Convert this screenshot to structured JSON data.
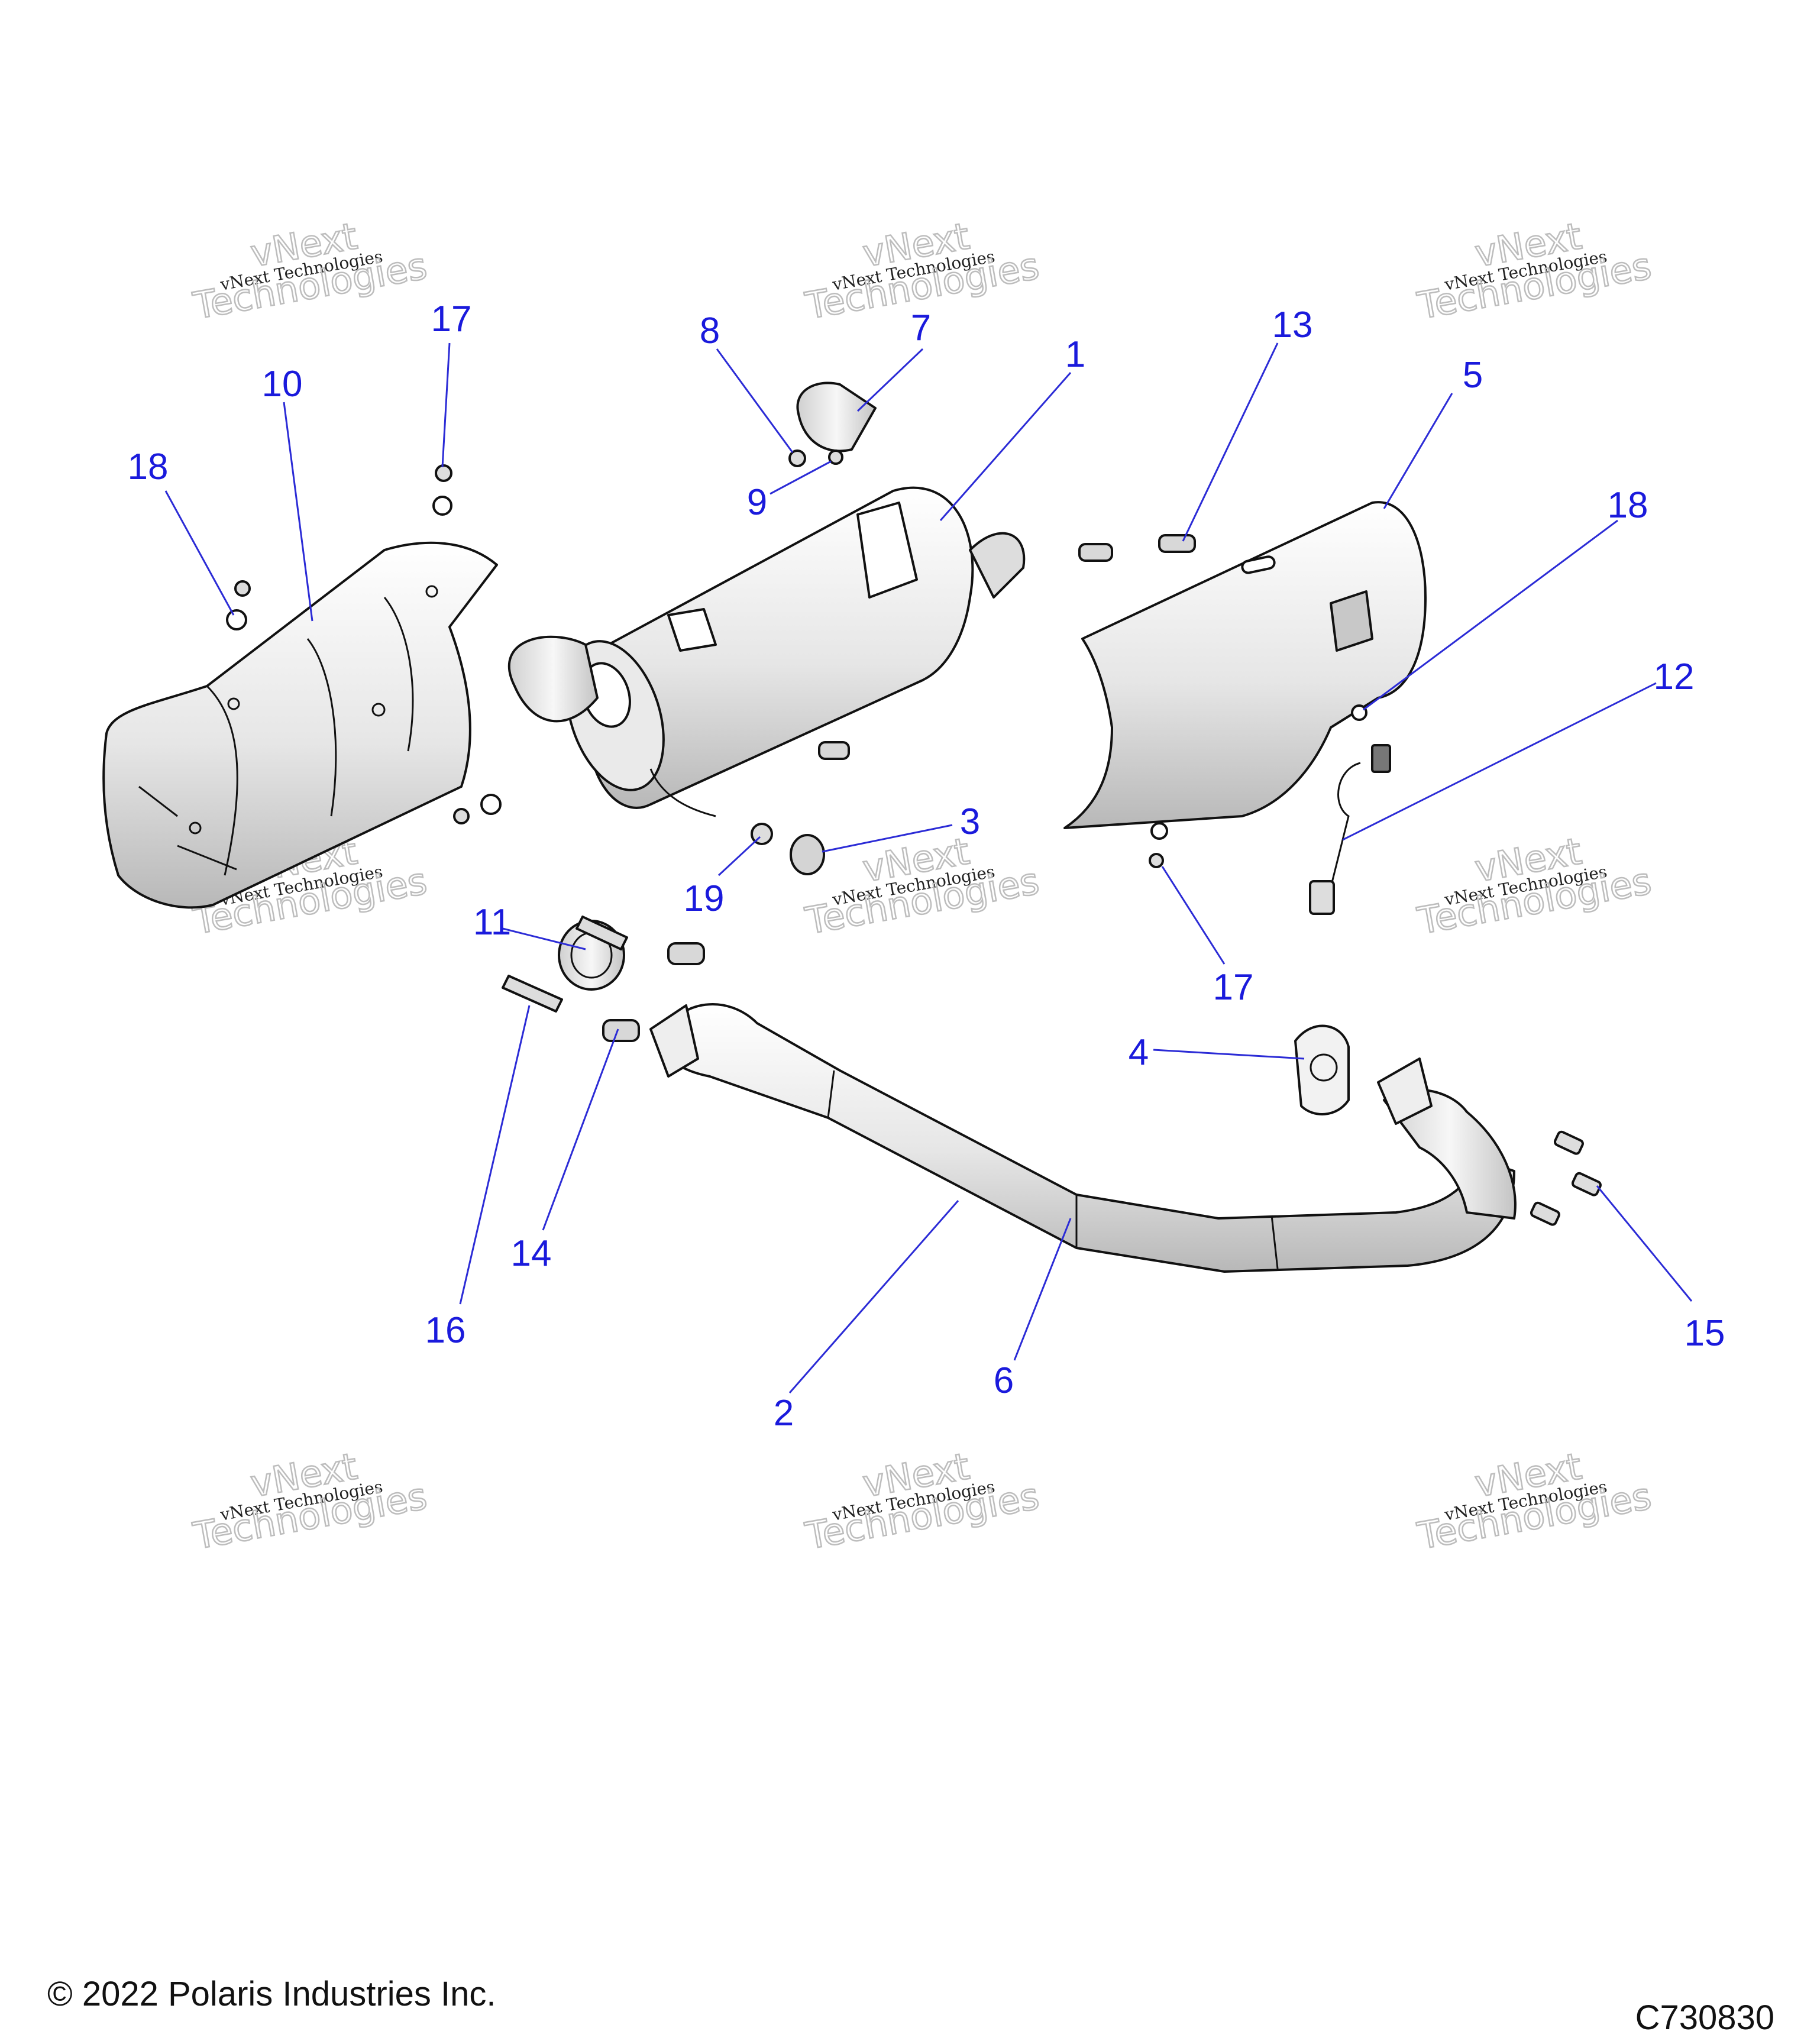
{
  "callouts": [
    {
      "id": "c1",
      "label": "1"
    },
    {
      "id": "c2",
      "label": "2"
    },
    {
      "id": "c3",
      "label": "3"
    },
    {
      "id": "c4",
      "label": "4"
    },
    {
      "id": "c5",
      "label": "5"
    },
    {
      "id": "c6",
      "label": "6"
    },
    {
      "id": "c7",
      "label": "7"
    },
    {
      "id": "c8",
      "label": "8"
    },
    {
      "id": "c9",
      "label": "9"
    },
    {
      "id": "c10",
      "label": "10"
    },
    {
      "id": "c11",
      "label": "11"
    },
    {
      "id": "c12",
      "label": "12"
    },
    {
      "id": "c13",
      "label": "13"
    },
    {
      "id": "c14",
      "label": "14"
    },
    {
      "id": "c15",
      "label": "15"
    },
    {
      "id": "c16",
      "label": "16"
    },
    {
      "id": "c17a",
      "label": "17"
    },
    {
      "id": "c17b",
      "label": "17"
    },
    {
      "id": "c18a",
      "label": "18"
    },
    {
      "id": "c18b",
      "label": "18"
    },
    {
      "id": "c19",
      "label": "19"
    }
  ],
  "watermark": {
    "line1": "vNext Technologies",
    "line2": "Technologies",
    "line3": "vNext"
  },
  "footer": {
    "copyright": "© 2022 Polaris Industries Inc.",
    "code": "C730830"
  },
  "colors": {
    "callout_text": "#1a1adc",
    "leader_line": "#2b2bd6",
    "part_fill": "#f4f4f4",
    "part_shade": "#c9c9c9"
  }
}
